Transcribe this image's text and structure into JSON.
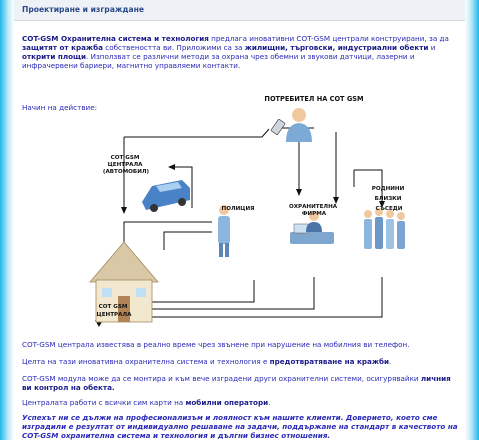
{
  "header": {
    "title": "Проектиране и изграждане"
  },
  "intro": {
    "brand": "COT-GSM Охранителна система и технология",
    "t1": " предлага иновативни COT-GSM централи конструирани, за да ",
    "b1": "защитят от кражба",
    "t2": " собствеността ви. Приложими са за ",
    "b2": "жилищни, търговски, индустриални обекти",
    "t3": " и ",
    "b3": "открити площи",
    "t4": ". Използват се различни методи за охрана чрез обемни и звукови датчици, лазерни и инфрачервени бариери, магнитно управляеми контакти."
  },
  "howto": "Начин на действие:",
  "diagram": {
    "consumer": "ПОТРЕБИТЕЛ НА СОТ GSM",
    "car": [
      "СОТ GSM",
      "ЦЕНТРАЛА",
      "(АВТОМОБИЛ)"
    ],
    "police": "ПОЛИЦИЯ",
    "guard": [
      "ОХРАНИТЕЛНА",
      "ФИРМА"
    ],
    "relatives": [
      "РОДНИНИ",
      "БЛИЗКИ",
      "СЪСЕДИ"
    ],
    "house": [
      "СОТ GSM",
      "ЦЕНТРАЛА"
    ]
  },
  "p3": "COT-GSM централа известява в реално време чрез звънене при нарушение на мобилния ви телефон.",
  "p4": {
    "t1": "Целта на тази иновативна охранителна система и технология е ",
    "b1": "предотвратяване на кражби",
    "t2": "."
  },
  "p5": {
    "t1": "COT-GSM модула може да се монтира и към вече изградени други охранителни системи, осигурявайки ",
    "b1": "личния ви контрол на обекта."
  },
  "p6": {
    "t1": "Централата работи с всички сим карти на ",
    "b1": "мобилни оператори",
    "t2": "."
  },
  "p7": "Успехът ни се дължи на професионализъм и лоялност към нашите клиенти. Доверието, което сме изградили е резултат от индивидуално решаване на задачи, поддържане на стандарт в качеството на COT-GSM охранителна система и технология и дългни бизнес отношения."
}
